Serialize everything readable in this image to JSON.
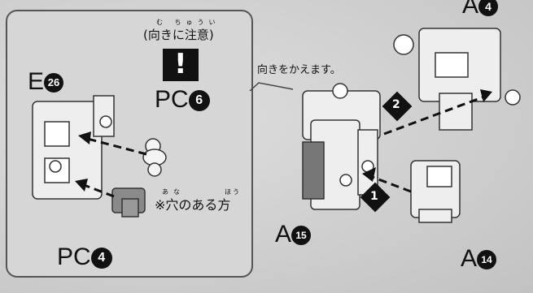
{
  "inset": {
    "caution_ruby": "む ちゅうい",
    "caution_text": "(向きに注意)",
    "warning_symbol": "!",
    "part_e": "E",
    "part_e_num": "26",
    "part_pc_top": "PC",
    "part_pc_top_num": "6",
    "hole_ruby": "あな",
    "hole_ruby2": "ほう",
    "hole_note": "※穴のある方",
    "part_pc_bottom": "PC",
    "part_pc_bottom_num": "4"
  },
  "main": {
    "turn_note": "向きをかえます。",
    "part_a_top": "A",
    "part_a_top_num": "4",
    "part_a_left": "A",
    "part_a_left_num": "15",
    "part_a_right": "A",
    "part_a_right_num": "14",
    "step_2": "2",
    "step_1": "1"
  }
}
